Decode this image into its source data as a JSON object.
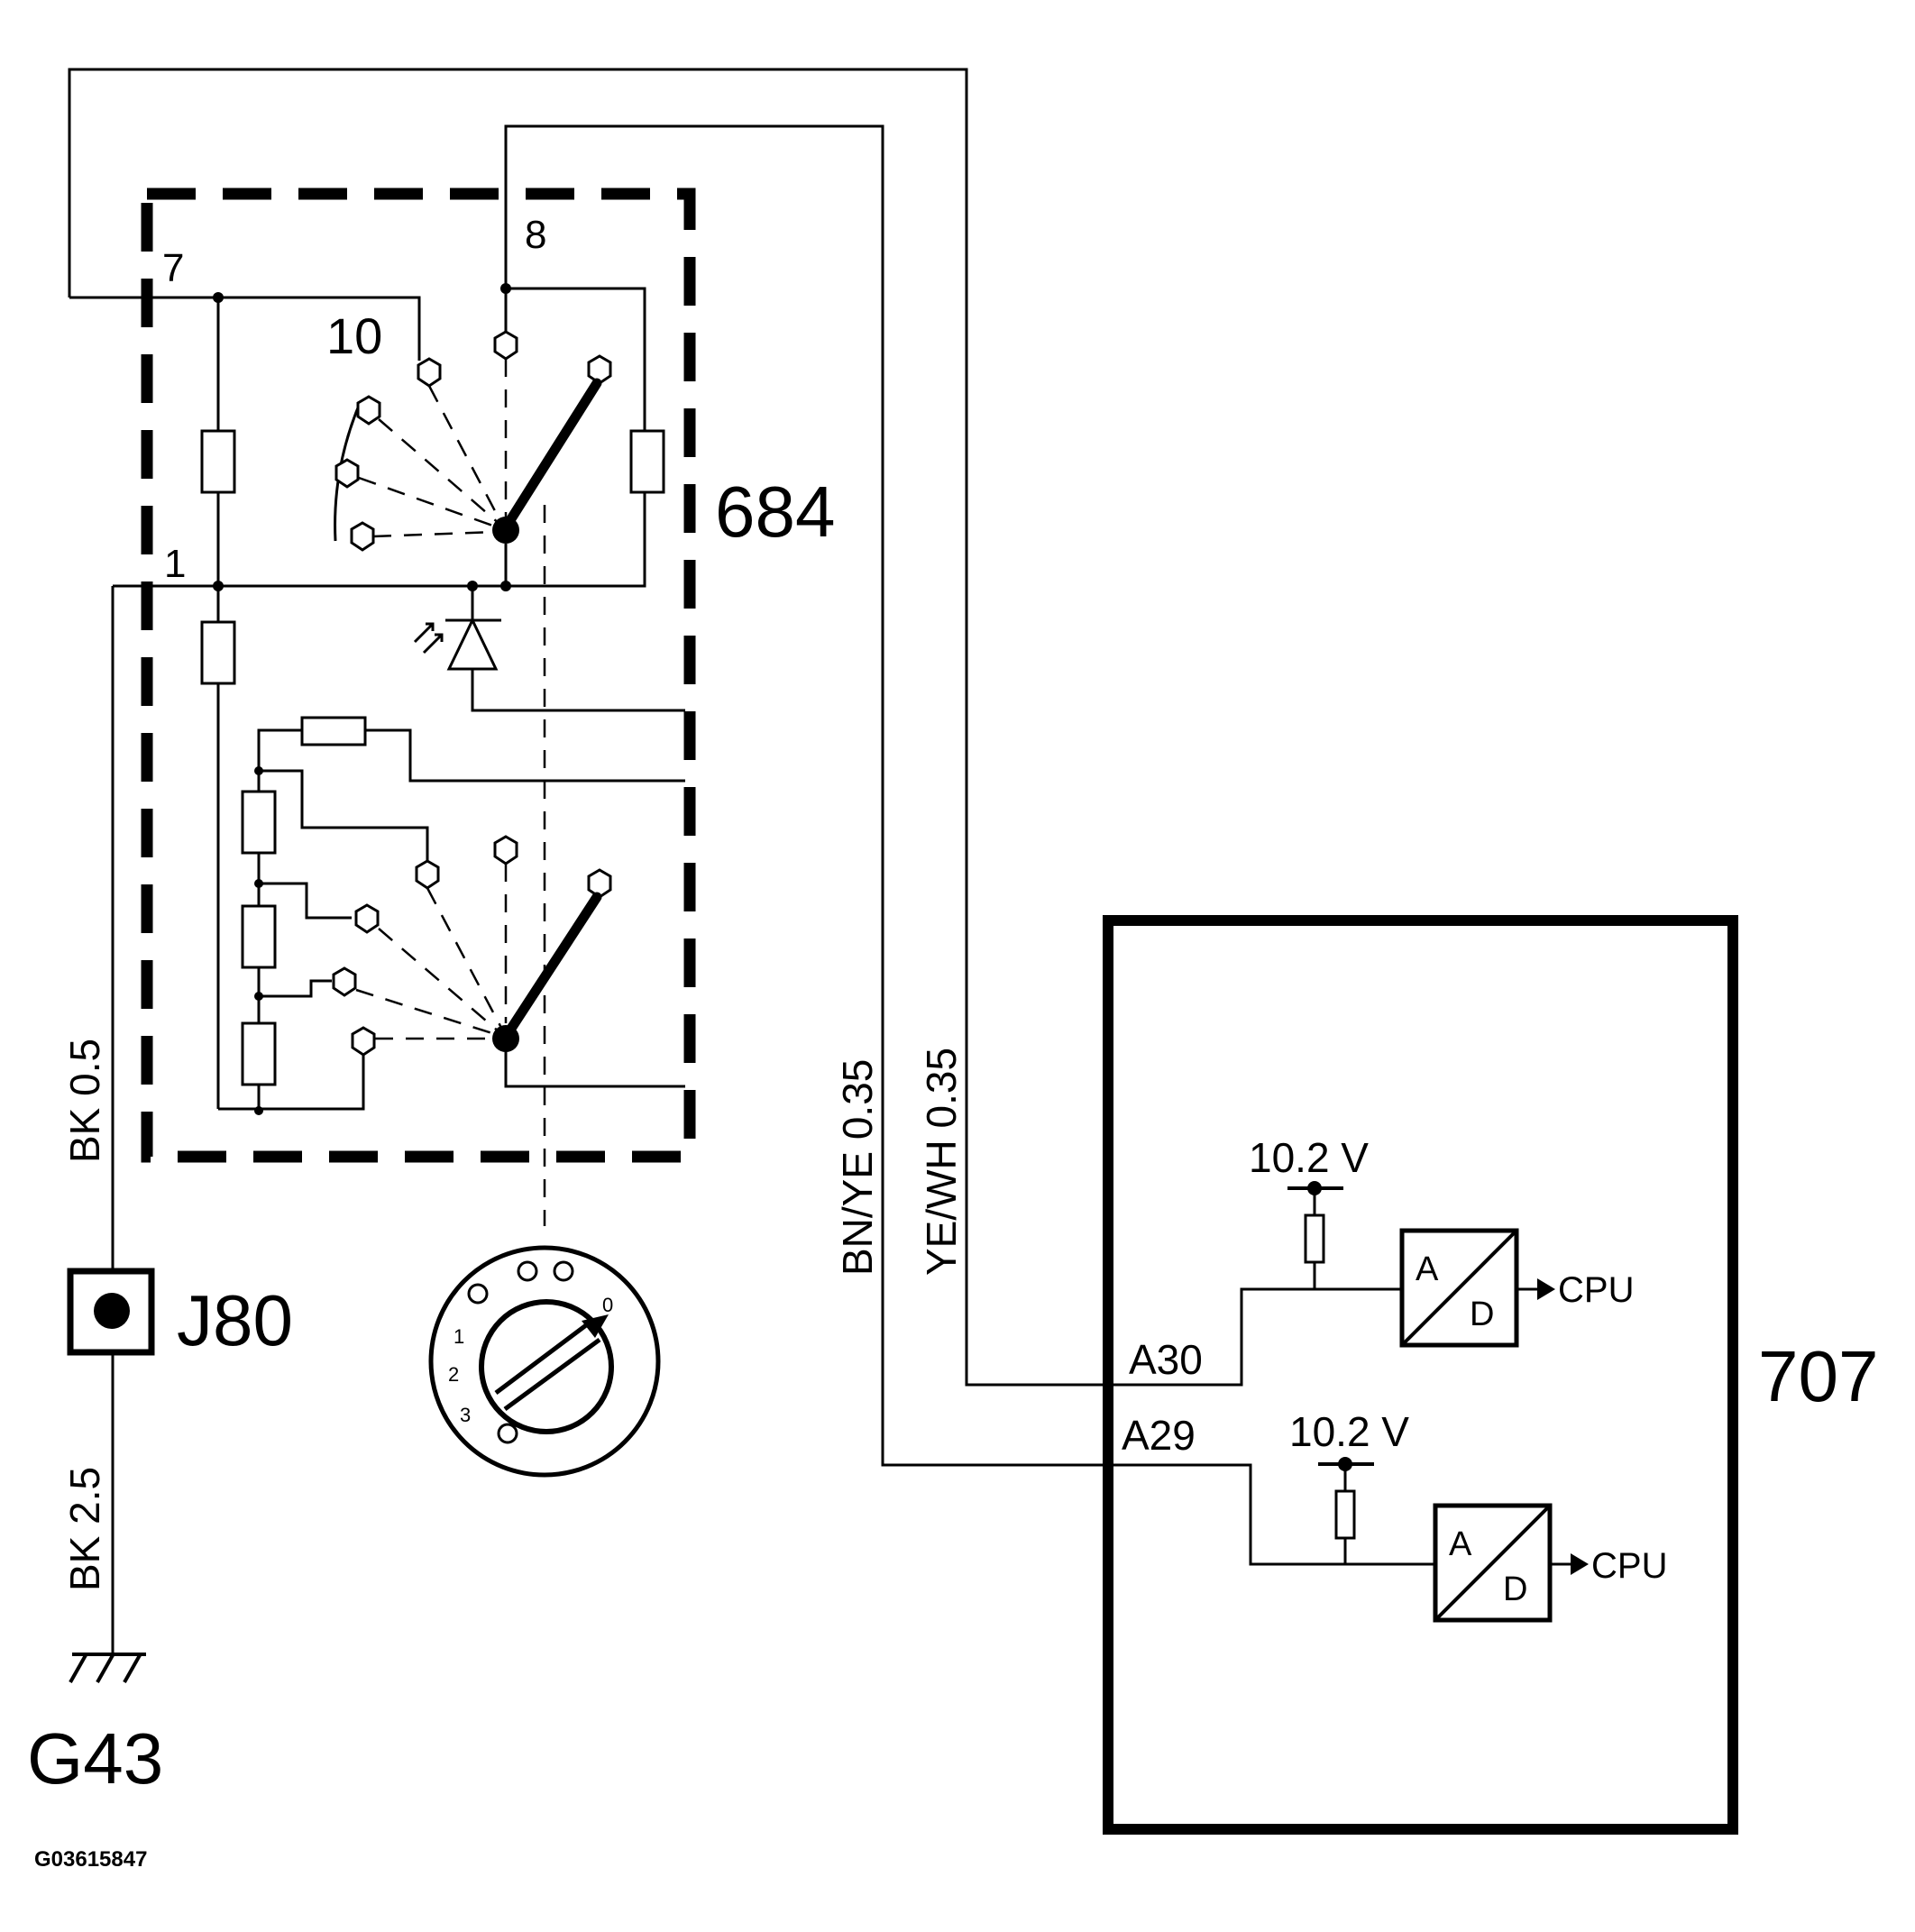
{
  "labels": {
    "pin7": "7",
    "pin8": "8",
    "pin10": "10",
    "pin1": "1",
    "component_684": "684",
    "component_707": "707",
    "connector_j80": "J80",
    "ground_g43": "G43",
    "figure_id": "G03615847",
    "pin_a30": "A30",
    "pin_a29": "A29",
    "ref_voltage_top": "10.2 V",
    "ref_voltage_bottom": "10.2 V",
    "adc_a": "A",
    "adc_d": "D",
    "cpu_top": "CPU",
    "cpu_bottom": "CPU"
  },
  "wires": {
    "bk_05": "BK  0.5",
    "bk_25": "BK  2.5",
    "bnye_035": "BN/YE  0.35",
    "yewh_035": "YE/WH  0.35"
  },
  "dial_positions": {
    "pos0": "0",
    "pos1": "1",
    "pos2": "2",
    "pos3": "3"
  },
  "icons": [
    "ground-icon",
    "led-icon",
    "resistor-icon",
    "rotary-switch-icon",
    "adc-icon",
    "headlamp-icon"
  ]
}
